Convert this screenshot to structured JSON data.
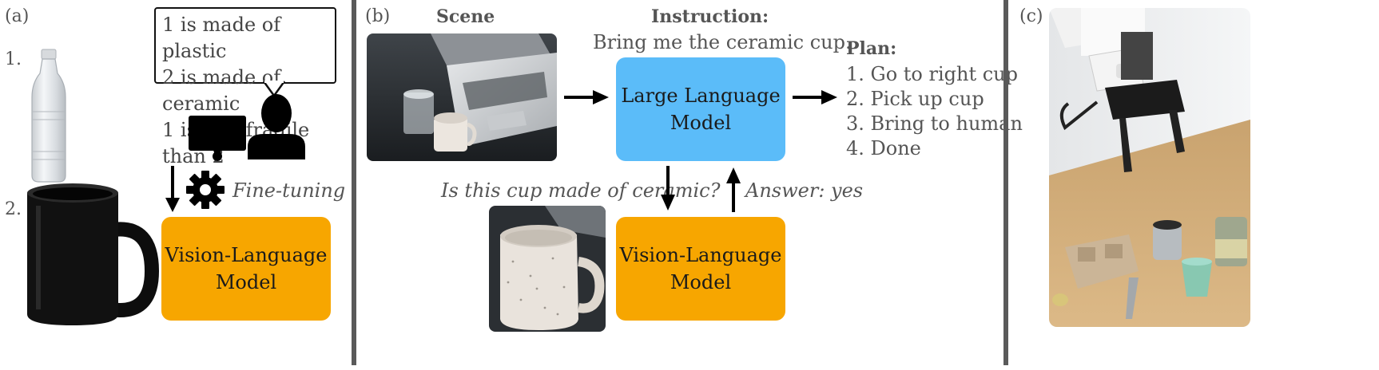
{
  "panel_a": {
    "label": "(a)",
    "item1": "1.",
    "item2": "2.",
    "facts": [
      "1 is made of plastic",
      "2 is made of ceramic",
      "1 is less fragile than 2"
    ],
    "finetune": "Fine-tuning",
    "vlm": [
      "Vision-Language",
      "Model"
    ]
  },
  "panel_b": {
    "label": "(b)",
    "scene": "Scene",
    "instruction_title": "Instruction:",
    "instruction": "Bring me the ceramic cup.",
    "llm": [
      "Large Language",
      "Model"
    ],
    "plan_title": "Plan:",
    "plan": [
      "1. Go to right cup",
      "2. Pick up cup",
      "3. Bring to human",
      "4. Done"
    ],
    "question": "Is this cup made of ceramic?",
    "answer": "Answer: yes",
    "vlm": [
      "Vision-Language",
      "Model"
    ]
  },
  "panel_c": {
    "label": "(c)"
  },
  "colors": {
    "vlm": "#f7a600",
    "llm": "#5bbcf9",
    "divider": "#5a5a5a"
  }
}
